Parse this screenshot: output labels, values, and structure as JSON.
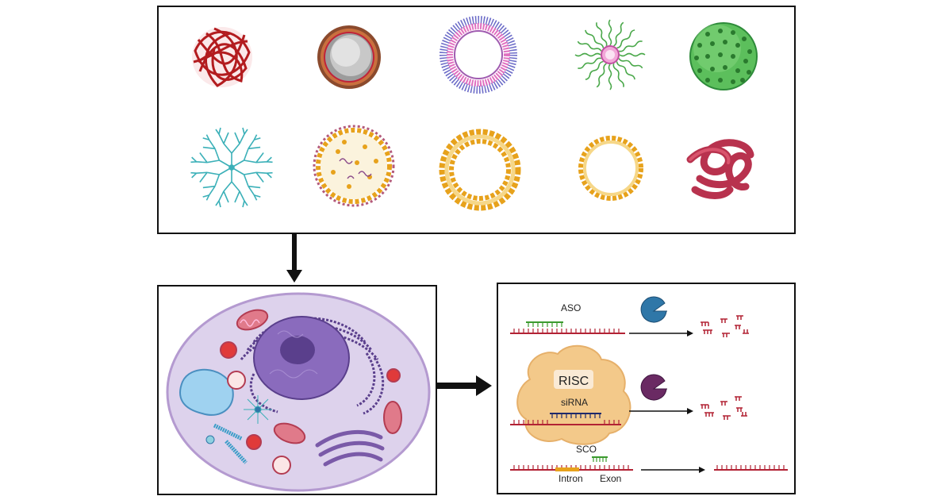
{
  "figure": {
    "carriers": [
      {
        "name": "polymer-nanoparticle"
      },
      {
        "name": "core-shell-nanoparticle"
      },
      {
        "name": "micelle"
      },
      {
        "name": "polymeric-micelle"
      },
      {
        "name": "inorganic-nanoparticle"
      },
      {
        "name": "dendrimer"
      },
      {
        "name": "lipid-nanoparticle"
      },
      {
        "name": "liposome"
      },
      {
        "name": "lipid-vesicle"
      },
      {
        "name": "protein-carrier"
      }
    ],
    "mechanisms": {
      "aso_label": "ASO",
      "risc_label": "RISC",
      "sirna_label": "siRNA",
      "sco_label": "SCO",
      "intron_label": "Intron",
      "exon_label": "Exon"
    },
    "colors": {
      "mrna": "#b22234",
      "aso": "#3c9b2f",
      "nuclease_blue": "#2f77a8",
      "nuclease_purple": "#6a2a63",
      "risc": "#f3c98a",
      "cell": "#ddd2ec"
    }
  }
}
